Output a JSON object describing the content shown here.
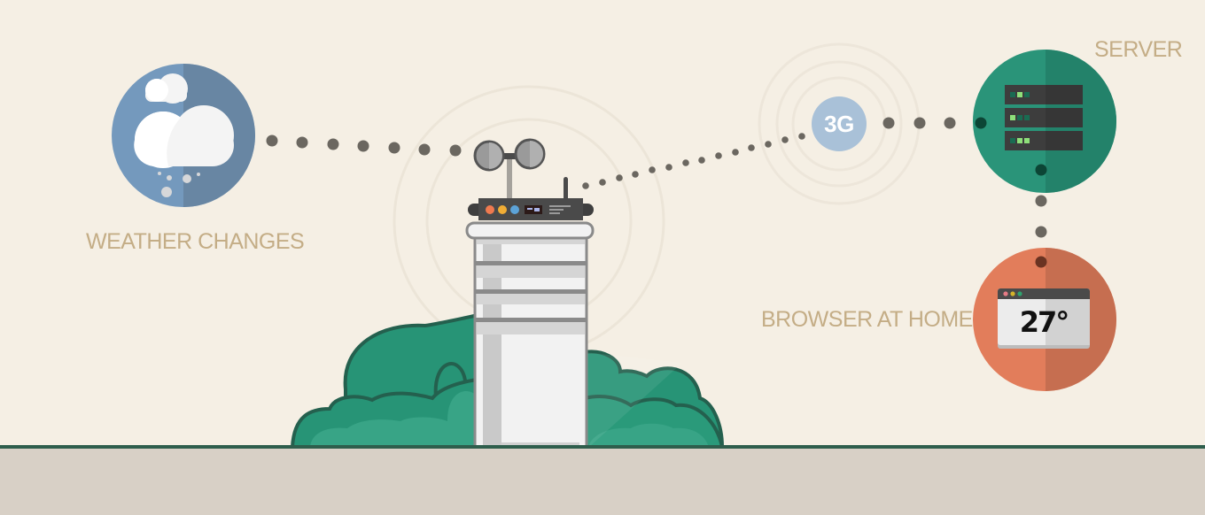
{
  "labels": {
    "weather": "WEATHER CHANGES",
    "server": "SERVER",
    "browser": "BROWSER AT HOME",
    "network": "3G",
    "temperature": "27°"
  },
  "colors": {
    "background": "#f5efe4",
    "ground": "#d8d0c6",
    "ground_line": "#2e5e4c",
    "label": "#c4ad86",
    "dot": "#6b6760",
    "weather_circle_light": "#7499bd",
    "weather_circle_dark": "#6886a3",
    "server_circle_light": "#2a9479",
    "server_circle_dark": "#23826a",
    "browser_circle_light": "#e27d5b",
    "browser_circle_dark": "#c66e50",
    "network_badge": "#a9c1d8",
    "bush": "#279476",
    "bush_outline": "#24604e"
  },
  "icons": {
    "weather": "cloud-snow-icon",
    "station": "weather-station-icon",
    "network": "3g-signal-icon",
    "server": "server-rack-icon",
    "browser": "browser-window-icon"
  }
}
